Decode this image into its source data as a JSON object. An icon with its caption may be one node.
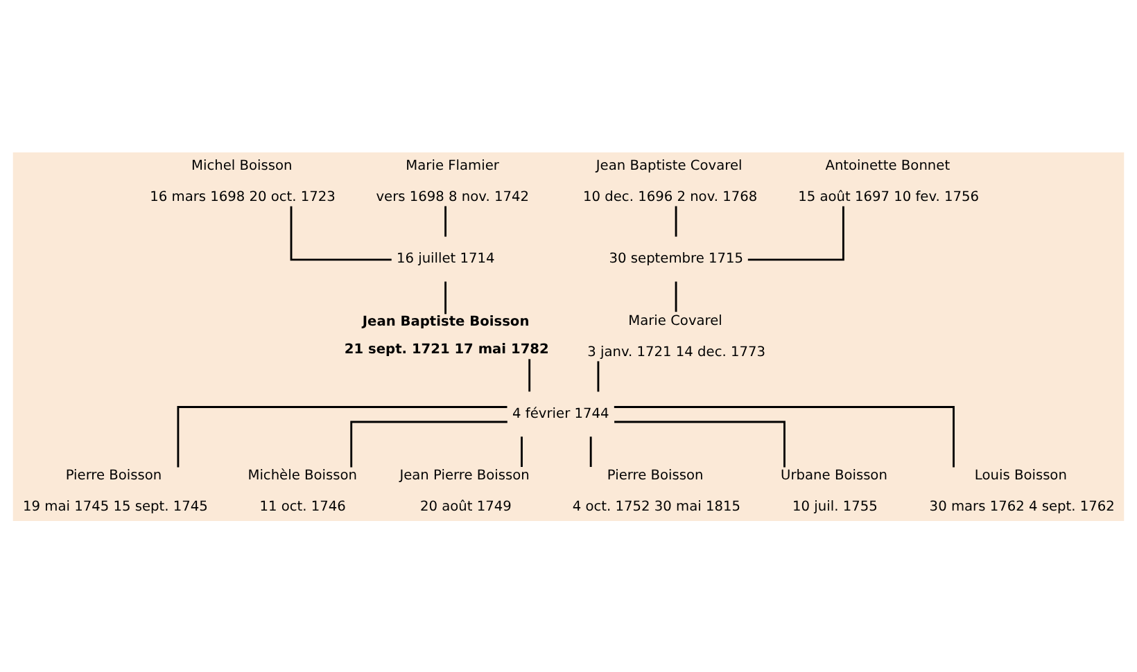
{
  "diagram": {
    "nodes": [
      {
        "text": [
          "Michel Boisson",
          "16 mars 1698 20 oct. 1723"
        ]
      },
      {
        "text": [
          "Marie Flamier",
          "vers 1698 8 nov. 1742"
        ]
      },
      {
        "text": [
          "Jean Baptiste Covarel",
          "10 dec. 1696 2 nov. 1768"
        ]
      },
      {
        "text": [
          "Antoinette Bonnet",
          "15 août 1697 10 fev. 1756"
        ]
      },
      {
        "text": [
          "16 juillet 1714"
        ]
      },
      {
        "text": [
          "30 septembre 1715"
        ]
      },
      {
        "text": [
          "Jean Baptiste Boisson",
          "21 sept. 1721 17 mai 1782"
        ]
      },
      {
        "text": [
          "Marie Covarel",
          "3 janv. 1721 14 dec. 1773"
        ]
      },
      {
        "text": [
          "4 février 1744"
        ]
      },
      {
        "text": [
          "Pierre Boisson",
          "19 mai 1745 15 sept. 1745"
        ]
      },
      {
        "text": [
          "Michèle Boisson",
          "11 oct. 1746"
        ]
      },
      {
        "text": [
          "Jean Pierre Boisson",
          "20 août 1749"
        ]
      },
      {
        "text": [
          "Pierre Boisson",
          "4 oct. 1752 30 mai 1815"
        ]
      },
      {
        "text": [
          "Urbane Boisson",
          "10 juil. 1755"
        ]
      },
      {
        "text": [
          "Louis Boisson",
          "30 mars 1762 4 sept. 1762"
        ]
      }
    ],
    "edges": [
      {
        "from": 0,
        "to": 4,
        "arrow": "none"
      },
      {
        "from": 1,
        "to": 4,
        "arrow": "none"
      },
      {
        "from": 2,
        "to": 5,
        "arrow": "none"
      },
      {
        "from": 3,
        "to": 5,
        "arrow": "none"
      },
      {
        "from": 4,
        "to": 6,
        "arrow": "none"
      },
      {
        "from": 5,
        "to": 7,
        "arrow": "none"
      },
      {
        "from": 6,
        "to": 8,
        "arrow": "none"
      },
      {
        "from": 7,
        "to": 8,
        "arrow": "none"
      },
      {
        "from": 8,
        "to": 9,
        "arrow": "none"
      },
      {
        "from": 8,
        "to": 10,
        "arrow": "none"
      },
      {
        "from": 8,
        "to": 11,
        "arrow": "none"
      },
      {
        "from": 8,
        "to": 12,
        "arrow": "none"
      },
      {
        "from": 8,
        "to": 13,
        "arrow": "none"
      },
      {
        "from": 8,
        "to": 14,
        "arrow": "none"
      }
    ]
  }
}
